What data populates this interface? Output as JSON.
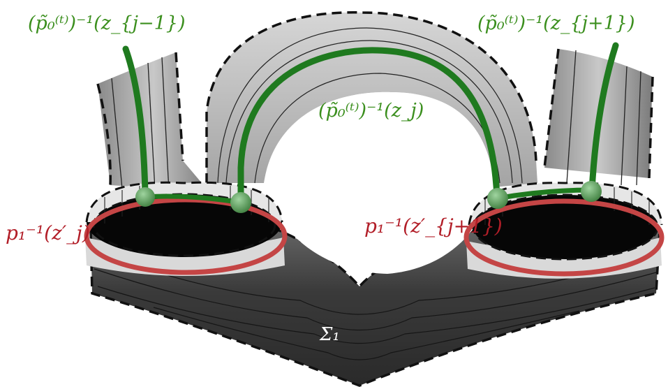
{
  "labels": {
    "preimage_left": "(p̃₀⁽ᵗ⁾)⁻¹(z_{j−1})",
    "preimage_center": "(p̃₀⁽ᵗ⁾)⁻¹(z_j)",
    "preimage_right": "(p̃₀⁽ᵗ⁾)⁻¹(z_{j+1})",
    "boundary_left": "p₁⁻¹(z′_j)",
    "boundary_right": "p₁⁻¹(z′_{j+1})",
    "surface": "Σ₁"
  },
  "colors": {
    "green_curve": "#1f7a1f",
    "red_circle": "#c44545",
    "green_text": "#3b8f1e",
    "red_text": "#b21e28"
  }
}
